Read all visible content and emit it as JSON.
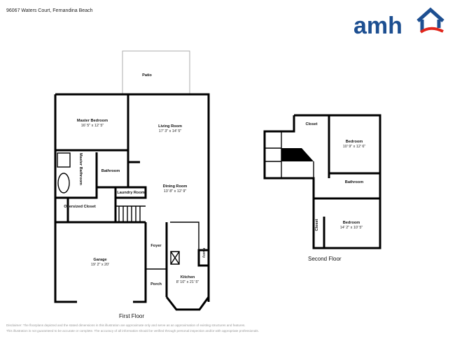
{
  "header": {
    "address": "96067 Waters Court, Fernandina Beach",
    "logo_text": "amh",
    "brand_colors": {
      "blue": "#1d4f91",
      "red": "#e1251b"
    }
  },
  "first_floor": {
    "label": "First Floor",
    "rooms": [
      {
        "name": "Patio",
        "dims": ""
      },
      {
        "name": "Master Bedroom",
        "dims": "16' 5\" x 12' 5\""
      },
      {
        "name": "Living Room",
        "dims": "17' 3\" x 14' 5\""
      },
      {
        "name": "Master Bathroom",
        "dims": ""
      },
      {
        "name": "Bathroom",
        "dims": ""
      },
      {
        "name": "Laundry Room",
        "dims": ""
      },
      {
        "name": "Dining Room",
        "dims": "13' 8\" x 12' 9\""
      },
      {
        "name": "Oversized Closet",
        "dims": ""
      },
      {
        "name": "Garage",
        "dims": "19' 2\" x 20'"
      },
      {
        "name": "Foyer",
        "dims": ""
      },
      {
        "name": "Porch",
        "dims": ""
      },
      {
        "name": "Pantry",
        "dims": ""
      },
      {
        "name": "Kitchen",
        "dims": "8' 10\" x 21' 5\""
      }
    ]
  },
  "second_floor": {
    "label": "Second Floor",
    "rooms": [
      {
        "name": "Closet",
        "dims": ""
      },
      {
        "name": "Bedroom",
        "dims": "10' 9\" x 12' 6\""
      },
      {
        "name": "Bathroom",
        "dims": ""
      },
      {
        "name": "Bedroom",
        "dims": "14' 2\" x 10' 5\""
      },
      {
        "name": "Closet",
        "dims": ""
      }
    ]
  },
  "disclaimer": {
    "line1": "Disclaimer: The floorplans depicted and the stated dimensions in this illustration are approximate only and serve as an approximation of existing structures and features.",
    "line2": "This illustration is not guaranteed to be accurate or complete. The accuracy of all information should be verified through personal inspection and/or with appropriate professionals."
  }
}
